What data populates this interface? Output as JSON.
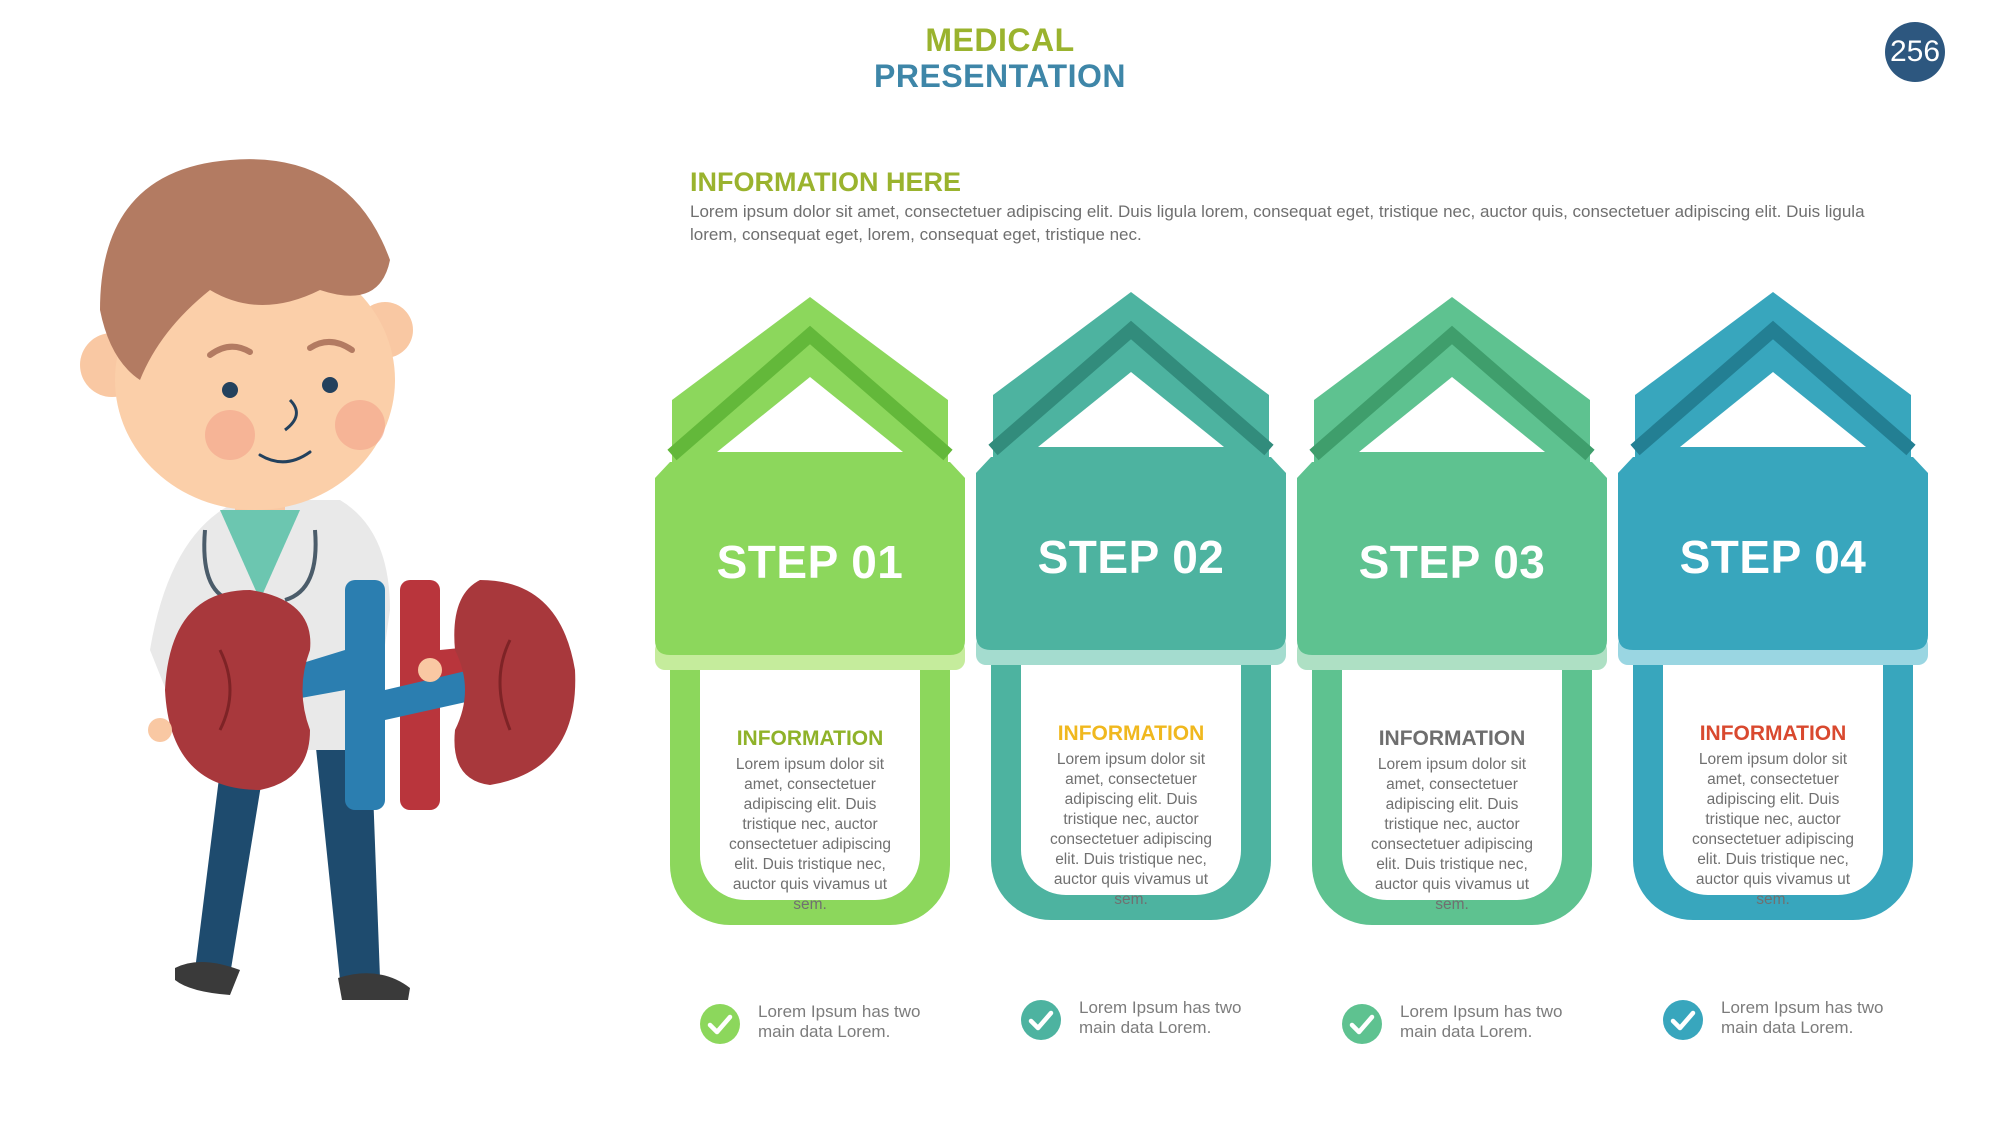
{
  "header": {
    "title_line1": "MEDICAL",
    "title_line2": "PRESENTATION",
    "page_number": "256"
  },
  "info": {
    "heading": "INFORMATION HERE",
    "body": "Lorem ipsum dolor sit amet, consectetuer adipiscing elit. Duis ligula lorem, consequat eget, tristique nec, auctor quis, consectetuer adipiscing elit. Duis ligula lorem, consequat eget, lorem, consequat eget, tristique nec."
  },
  "steps": [
    {
      "label": "STEP 01",
      "heading": "INFORMATION",
      "body": "Lorem ipsum dolor sit amet, consectetuer adipiscing elit. Duis tristique nec, auctor consectetuer adipiscing elit. Duis tristique nec, auctor quis vivamus ut sem.",
      "note": "Lorem Ipsum has two main data Lorem.",
      "color": "#8cd75c",
      "dark": "#63b83a",
      "light": "#c5ec9c",
      "heading_color": "#8fb229"
    },
    {
      "label": "STEP 02",
      "heading": "INFORMATION",
      "body": "Lorem ipsum dolor sit amet, consectetuer adipiscing elit. Duis tristique nec, auctor consectetuer adipiscing elit. Duis tristique nec, auctor quis vivamus ut sem.",
      "note": "Lorem Ipsum has two main data Lorem.",
      "color": "#4db3a0",
      "dark": "#328c7c",
      "light": "#a4dccf",
      "heading_color": "#f0b81e"
    },
    {
      "label": "STEP 03",
      "heading": "INFORMATION",
      "body": "Lorem ipsum dolor sit amet, consectetuer adipiscing elit. Duis tristique nec, auctor consectetuer adipiscing elit. Duis tristique nec, auctor quis vivamus ut sem.",
      "note": "Lorem Ipsum has two main data Lorem.",
      "color": "#5ec290",
      "dark": "#3f9e6c",
      "light": "#aee0c4",
      "heading_color": "#6e6e6e"
    },
    {
      "label": "STEP 04",
      "heading": "INFORMATION",
      "body": "Lorem ipsum dolor sit amet, consectetuer adipiscing elit. Duis tristique nec, auctor consectetuer adipiscing elit. Duis tristique nec, auctor quis vivamus ut sem.",
      "note": "Lorem Ipsum has two main data Lorem.",
      "color": "#38a6bd",
      "dark": "#237f93",
      "light": "#9ad6e2",
      "heading_color": "#d9492f"
    }
  ],
  "icons": {
    "check": "check-circle-icon",
    "illustration": "doctor-kidneys-illustration"
  }
}
